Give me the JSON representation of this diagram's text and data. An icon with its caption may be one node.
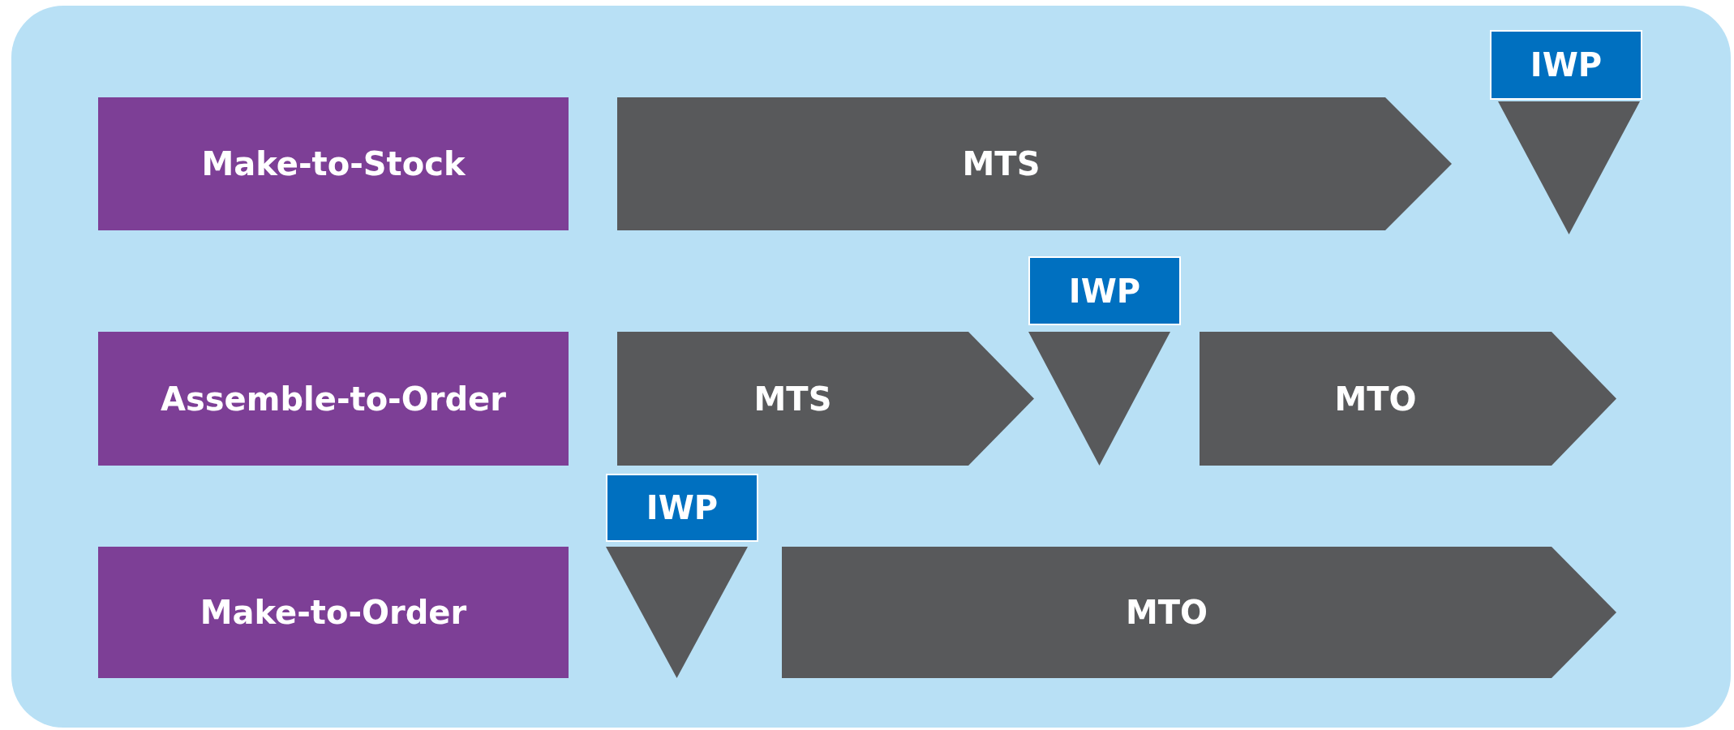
{
  "diagram": {
    "nodes": [
      {
        "text": [
          "IWP"
        ]
      },
      {
        "text": [
          "Make-to-Stock"
        ]
      },
      {
        "text": [
          "MTS"
        ]
      },
      {
        "text": [],
        "shape": "triangle"
      },
      {
        "text": [
          "IWP"
        ]
      },
      {
        "text": [
          "Assemble-to-Order"
        ]
      },
      {
        "text": [
          "MTS"
        ]
      },
      {
        "text": [],
        "shape": "triangle"
      },
      {
        "text": [
          "MTO"
        ]
      },
      {
        "text": [
          "IWP"
        ]
      },
      {
        "text": [
          "Make-to-Order"
        ]
      },
      {
        "text": [],
        "shape": "triangle"
      },
      {
        "text": [
          "MTO"
        ]
      }
    ]
  }
}
